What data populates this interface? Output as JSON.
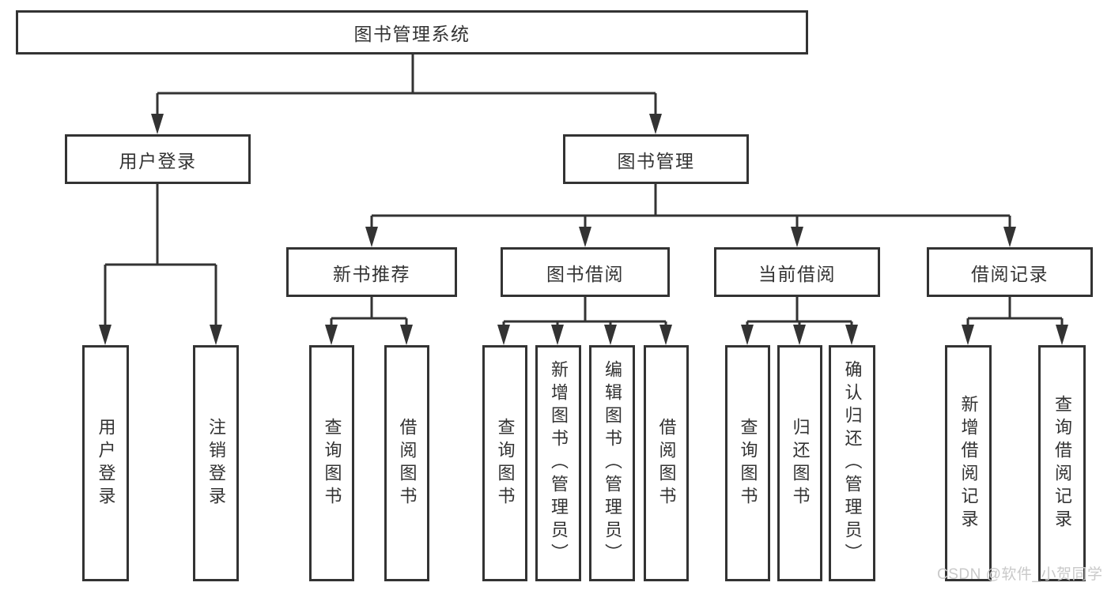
{
  "diagram": {
    "colors": {
      "line": "#333333",
      "text": "#333333",
      "background": "#ffffff",
      "watermark": "#c9c9c9"
    },
    "nodes": {
      "root": "图书管理系统",
      "l2": [
        "用户登录",
        "图书管理"
      ],
      "l3": [
        "新书推荐",
        "图书借阅",
        "当前借阅",
        "借阅记录"
      ],
      "l4_user": [
        "用户登录",
        "注销登录"
      ],
      "l4_newbook": [
        "查询图书",
        "借阅图书"
      ],
      "l4_borrow": [
        "查询图书",
        "新增图书（管理员）",
        "编辑图书（管理员）",
        "借阅图书"
      ],
      "l4_current": [
        "查询图书",
        "归还图书",
        "确认归还（管理员）"
      ],
      "l4_records": [
        "新增借阅记录",
        "查询借阅记录"
      ]
    },
    "watermark": "CSDN @软件_小贺同学"
  }
}
